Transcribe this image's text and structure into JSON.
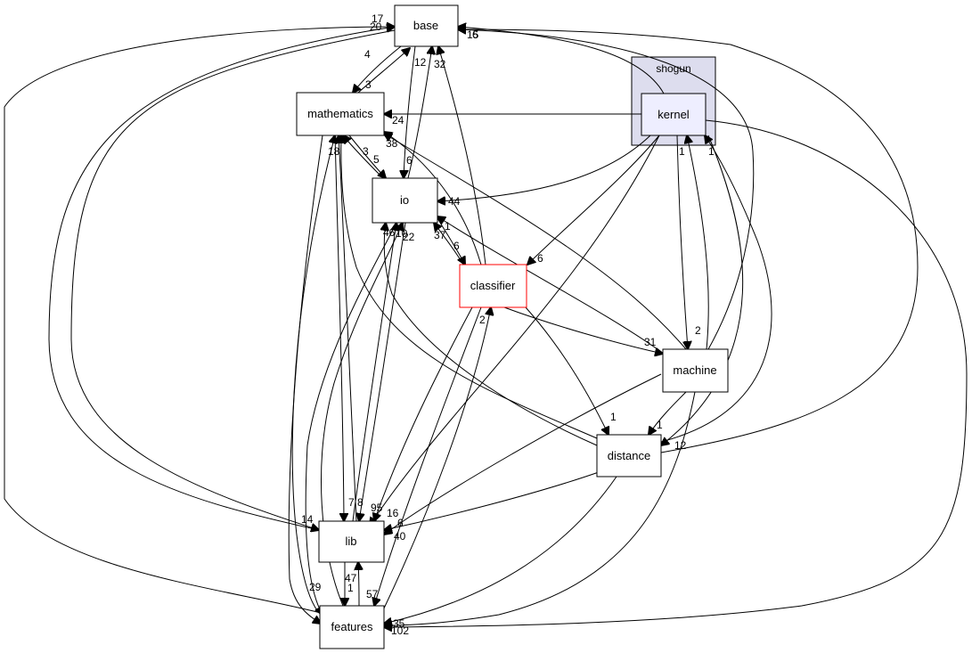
{
  "diagram": {
    "cluster": {
      "label": "shogun"
    },
    "nodes": {
      "base": "base",
      "mathematics": "mathematics",
      "kernel": "kernel",
      "io": "io",
      "classifier": "classifier",
      "machine": "machine",
      "distance": "distance",
      "lib": "lib",
      "features": "features"
    },
    "edge_labels": {
      "features_base_a": "17",
      "features_base_b": "20",
      "io_base": "12",
      "classifier_base": "32",
      "kernel_base": "15",
      "machine_base": "6",
      "math_base": "4",
      "base_math": "3",
      "kernel_math": "24",
      "lib_math": "18",
      "io_math": "3",
      "classifier_math": "38",
      "math_io": "5",
      "base_io": "6",
      "kernel_io": "44",
      "lib_io": "46",
      "features_io": "10",
      "distance_io": "22",
      "classifier_io": "37",
      "machine_io": "1",
      "io_classifier": "6",
      "kernel_classifier": "6",
      "features_classifier": "2",
      "classifier_machine": "31",
      "kernel_machine": "2",
      "classifier_distance": "1",
      "machine_distance": "1",
      "distance_features": "12",
      "machine_kernel": "1",
      "distance_kernel": "1",
      "lib_lib_a": "7",
      "lib_lib_b": "8",
      "kernel_lib": "95",
      "distance_lib": "16",
      "machine_lib": "6",
      "classifier_lib": "40",
      "base_lib": "14",
      "features_lib": "47",
      "lib_features": "1",
      "classifier_features": "57",
      "math_features": "29",
      "features_self": "102",
      "kernel_features": "35"
    }
  }
}
